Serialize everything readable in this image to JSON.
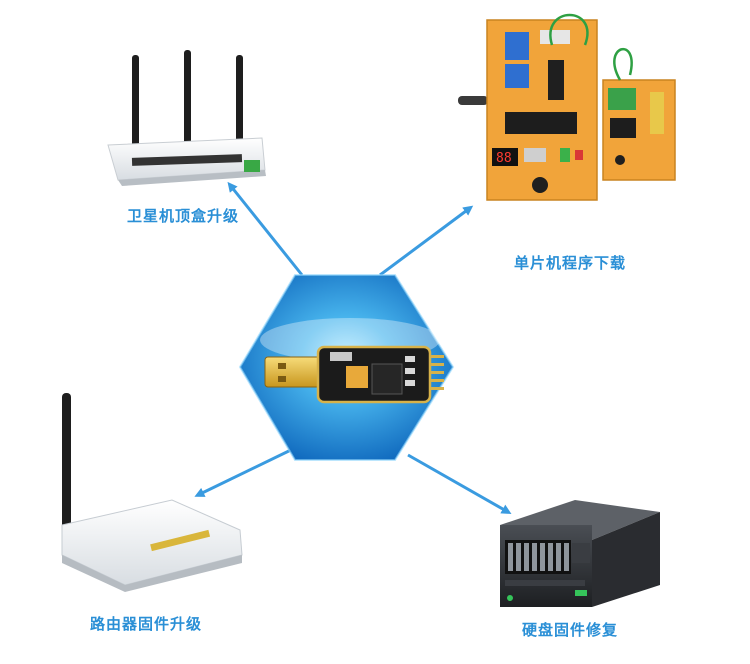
{
  "labels": {
    "top_left": "卫星机顶盒升级",
    "top_right": "单片机程序下载",
    "bottom_left": "路由器固件升级",
    "bottom_right": "硬盘固件修复"
  },
  "icons": {
    "center": "usb-serial-adapter-icon",
    "top_left": "three-antenna-router-icon",
    "top_right": "microcontroller-board-icon",
    "bottom_left": "single-antenna-router-icon",
    "bottom_right": "rack-server-icon"
  },
  "colors": {
    "accent": "#2a8fd6",
    "arrow": "#3a9be0",
    "hexagon_light": "#5fc4f2",
    "hexagon_dark": "#1273c4",
    "pcb_orange": "#f2a020"
  }
}
